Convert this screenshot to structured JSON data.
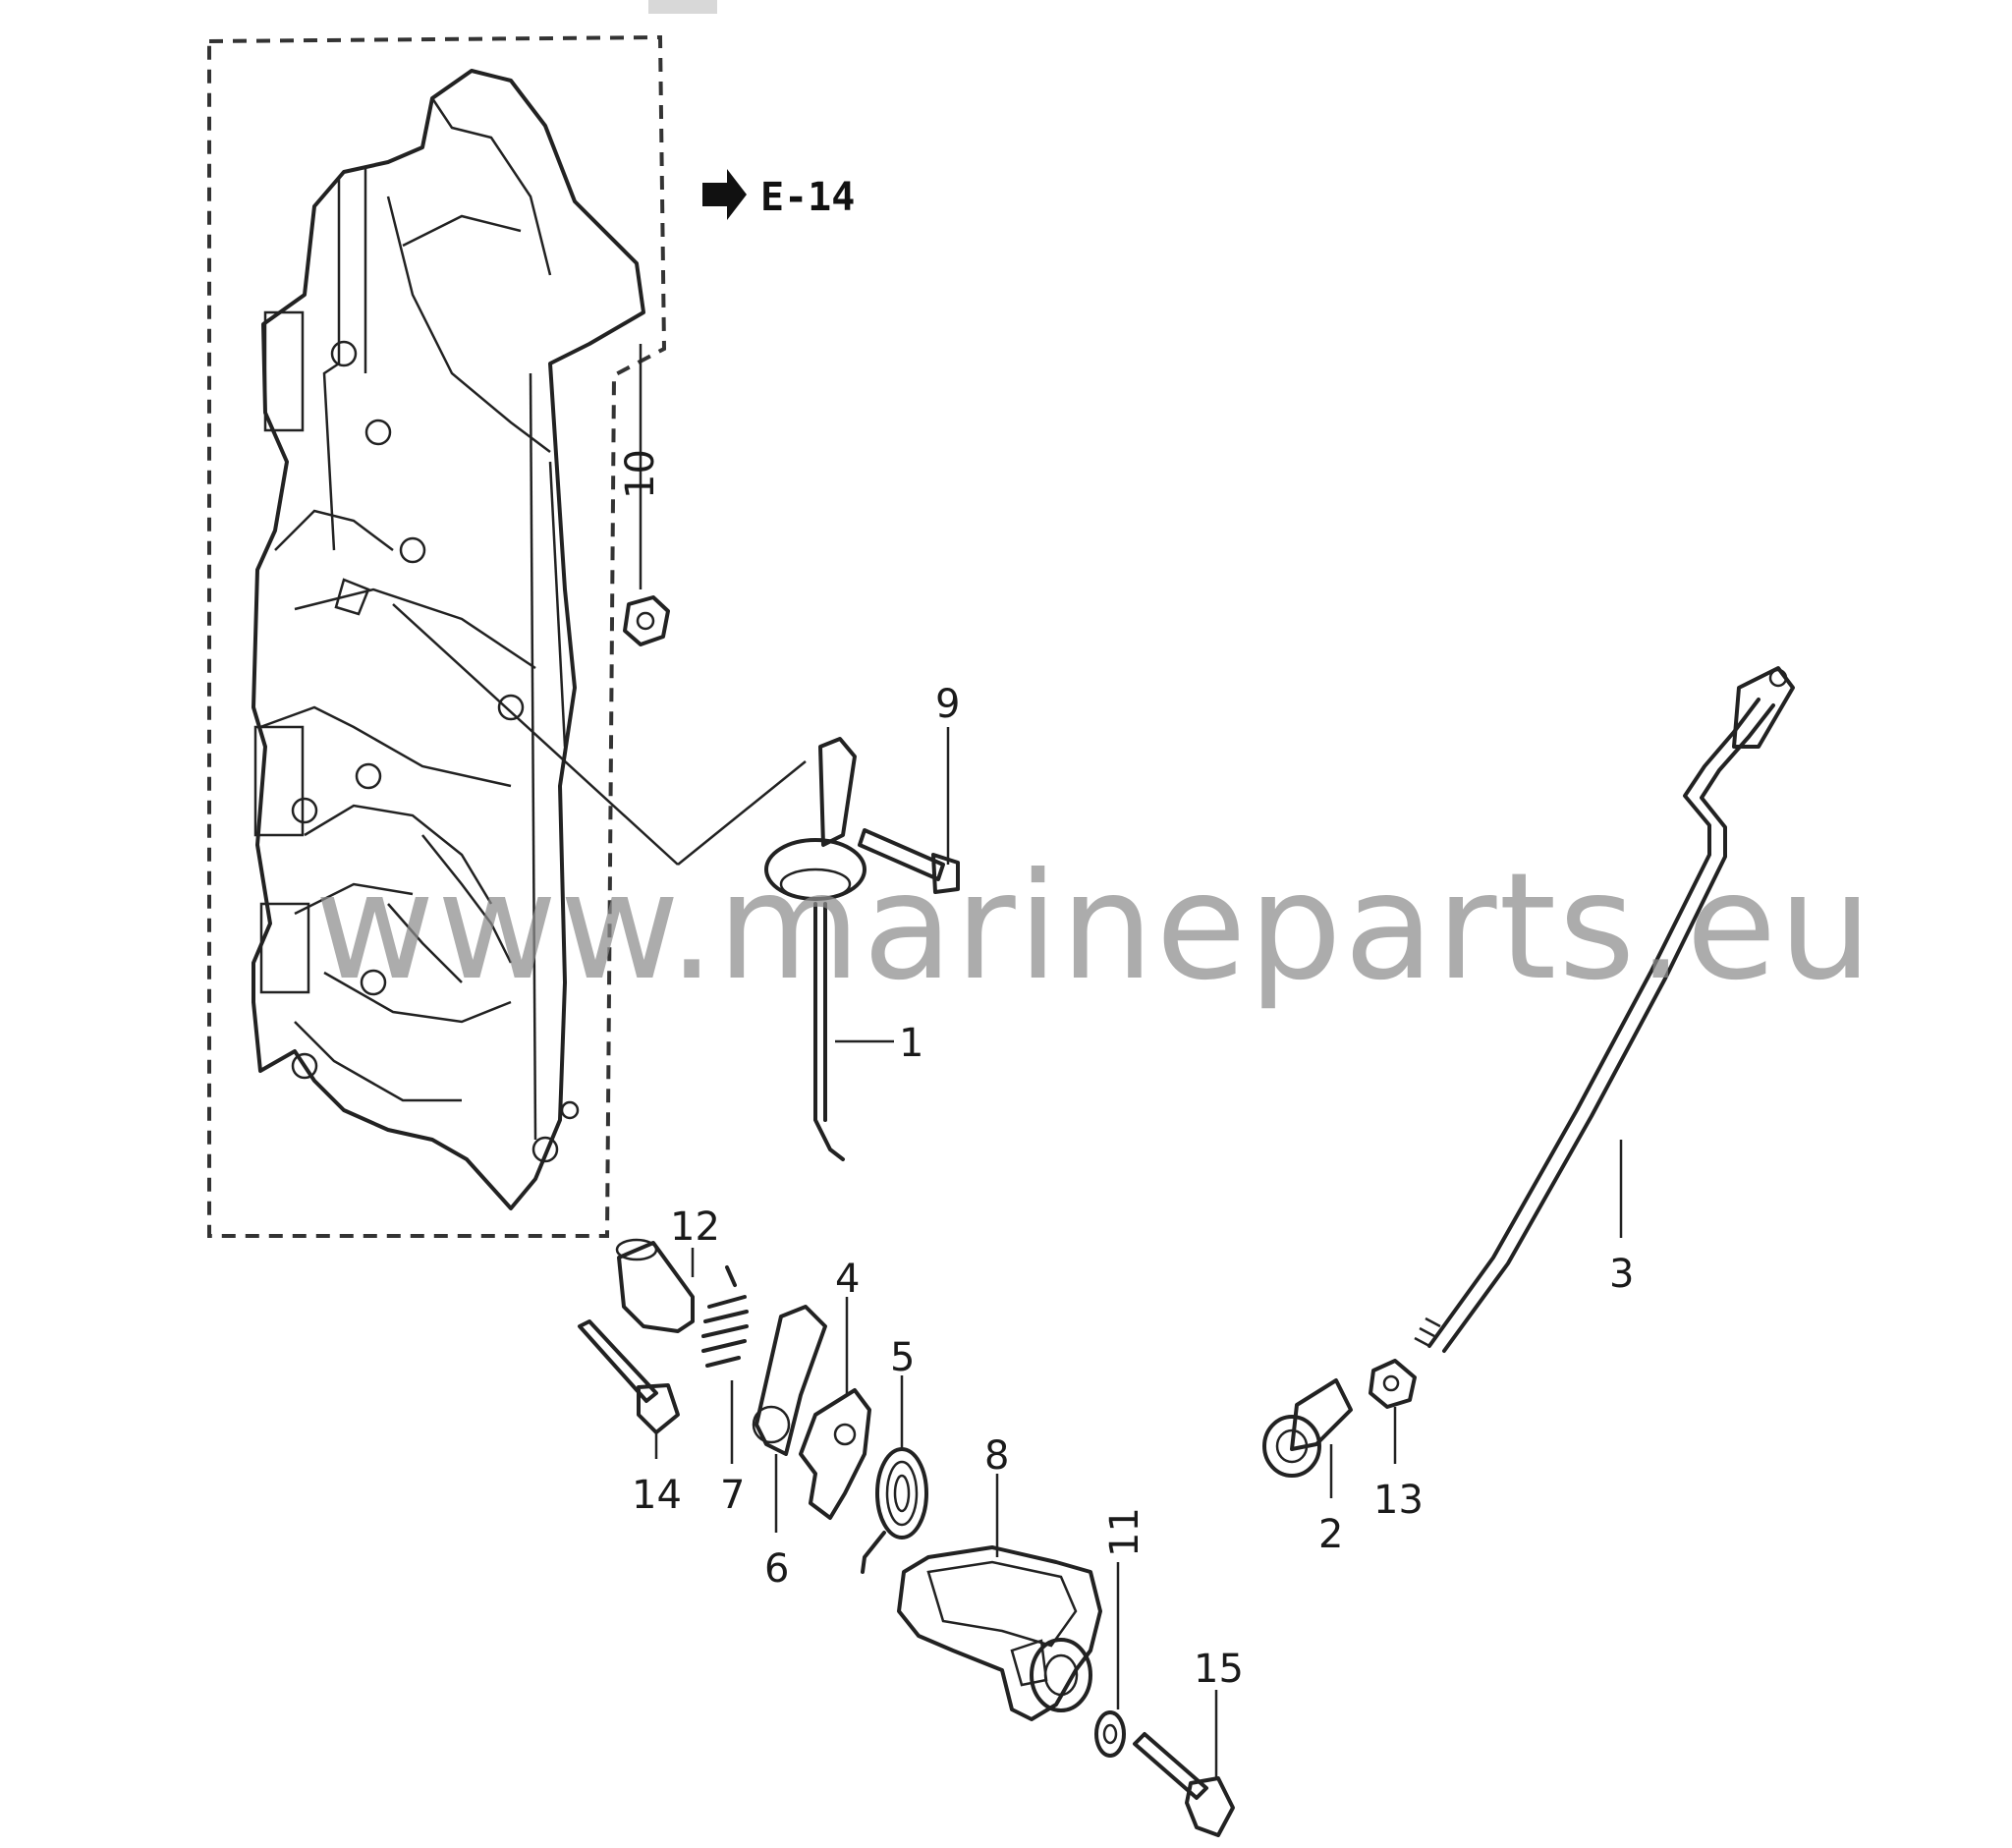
{
  "reference": {
    "text": "E-14",
    "arrow_icon": "right-arrow-icon"
  },
  "watermark": "www.marineparts.eu",
  "callouts": [
    {
      "id": "1",
      "label": "1"
    },
    {
      "id": "2",
      "label": "2"
    },
    {
      "id": "3",
      "label": "3"
    },
    {
      "id": "4",
      "label": "4"
    },
    {
      "id": "5",
      "label": "5"
    },
    {
      "id": "6",
      "label": "6"
    },
    {
      "id": "7",
      "label": "7"
    },
    {
      "id": "8",
      "label": "8"
    },
    {
      "id": "9",
      "label": "9"
    },
    {
      "id": "10",
      "label": "10"
    },
    {
      "id": "11",
      "label": "11"
    },
    {
      "id": "12",
      "label": "12"
    },
    {
      "id": "13",
      "label": "13"
    },
    {
      "id": "14",
      "label": "14"
    },
    {
      "id": "15",
      "label": "15"
    }
  ]
}
